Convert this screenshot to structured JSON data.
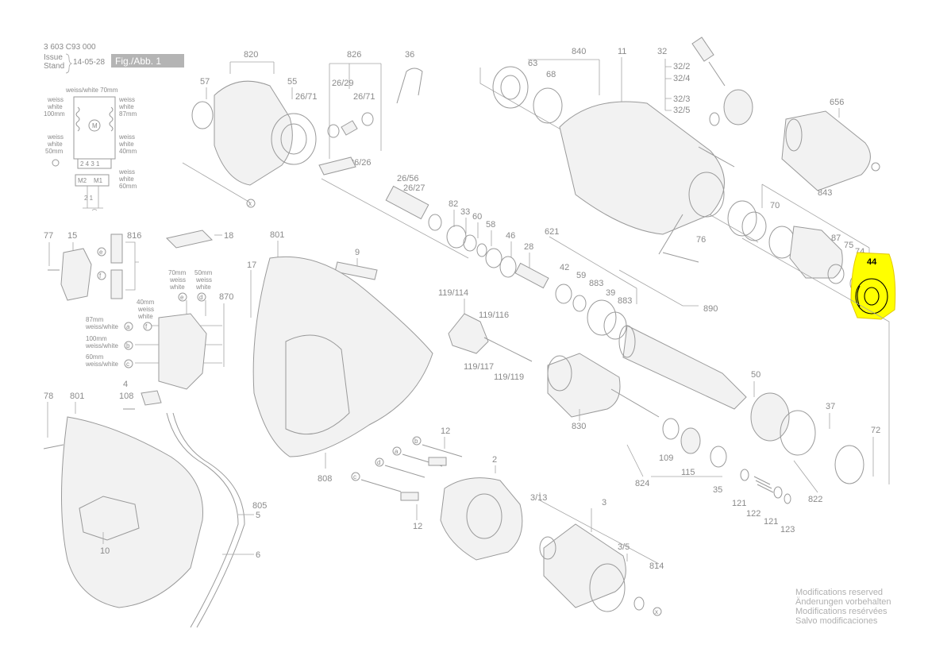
{
  "header": {
    "doc_number": "3 603 C93 000",
    "issue_label": "Issue",
    "stand_label": "Stand",
    "date": "14-05-28",
    "figure_label": "Fig./Abb. 1"
  },
  "wiring": {
    "w1": "weiss/white 70mm",
    "w2a": "weiss",
    "w2b": "white",
    "w2c": "100mm",
    "w3a": "weiss",
    "w3b": "white",
    "w3c": "87mm",
    "w4a": "weiss",
    "w4b": "white",
    "w4c": "50mm",
    "w5a": "weiss",
    "w5b": "white",
    "w5c": "40mm",
    "w6a": "weiss",
    "w6b": "white",
    "w6c": "60mm",
    "terminals": "2  4  3  1",
    "m2": "M2",
    "m1": "M1",
    "pins": "2   1",
    "motor": "M"
  },
  "switch_wires": {
    "a": "70mm",
    "a2": "weiss",
    "a3": "white",
    "b": "50mm",
    "b2": "weiss",
    "b3": "white",
    "c": "40mm",
    "c2": "weiss",
    "c3": "white",
    "d": "87mm",
    "d2": "weiss/white",
    "e": "100mm",
    "e2": "weiss/white",
    "f": "60mm",
    "f2": "weiss/white"
  },
  "letters": {
    "a": "a",
    "b": "b",
    "c": "c",
    "d": "d",
    "e": "e",
    "f": "f",
    "x": "x"
  },
  "labels": {
    "p820": "820",
    "p57": "57",
    "p55": "55",
    "p826": "826",
    "p26_29": "26/29",
    "p26_71a": "26/71",
    "p26_71b": "26/71",
    "p36": "36",
    "p26_26": "26/26",
    "p26_56": "26/56",
    "p26_27": "26/27",
    "p840": "840",
    "p63": "63",
    "p68": "68",
    "p11": "11",
    "p32": "32",
    "p32_2": "32/2",
    "p32_4": "32/4",
    "p32_3": "32/3",
    "p32_5": "32/5",
    "p656": "656",
    "p77": "77",
    "p15": "15",
    "p816": "816",
    "p18": "18",
    "p801a": "801",
    "p17": "17",
    "p9": "9",
    "p82": "82",
    "p33": "33",
    "p60": "60",
    "p58": "58",
    "p46": "46",
    "p28": "28",
    "p621": "621",
    "p42": "42",
    "p59": "59",
    "p883a": "883",
    "p39": "39",
    "p883b": "883",
    "p843": "843",
    "p70": "70",
    "p76": "76",
    "p87": "87",
    "p75": "75",
    "p74": "74",
    "p890": "890",
    "p119_114": "119/114",
    "p119_116": "119/116",
    "p119_117": "119/117",
    "p119_119": "119/119",
    "p870": "870",
    "p4": "4",
    "p108": "108",
    "p78": "78",
    "p801b": "801",
    "p830": "830",
    "p50": "50",
    "p37": "37",
    "p72": "72",
    "p109": "109",
    "p115": "115",
    "p35": "35",
    "p824": "824",
    "p822": "822",
    "p121a": "121",
    "p122": "122",
    "p121b": "121",
    "p123": "123",
    "p12a": "12",
    "p12b": "12",
    "p2": "2",
    "p808": "808",
    "p805": "805",
    "p5": "5",
    "p6": "6",
    "p10": "10",
    "p3_13": "3/13",
    "p3": "3",
    "p3_5": "3/5",
    "p814": "814"
  },
  "highlight": {
    "label": "44",
    "color": "#ffff00"
  },
  "footer": {
    "line1": "Modifications reserved",
    "line2": "Änderungen vorbehalten",
    "line3": "Modifications resérvées",
    "line4": "Salvo modificaciones"
  }
}
